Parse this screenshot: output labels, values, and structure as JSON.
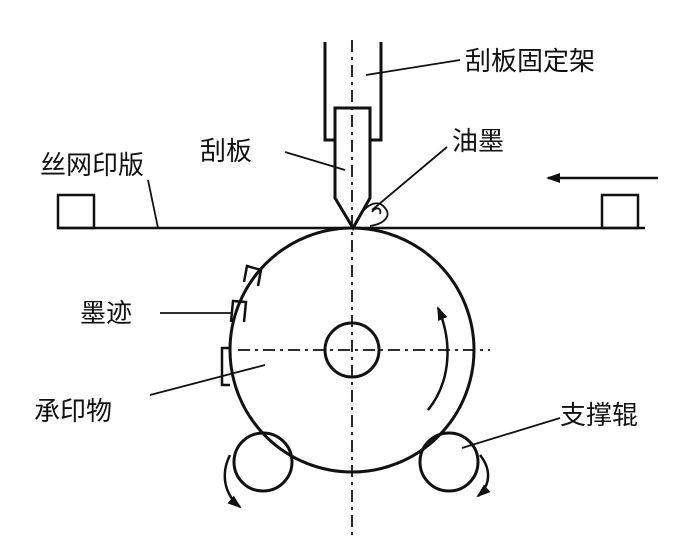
{
  "labels": {
    "squeegee_holder": "刮板固定架",
    "squeegee": "刮板",
    "ink": "油墨",
    "screen_plate": "丝网印版",
    "ink_trace": "墨迹",
    "substrate": "承印物",
    "support_roller": "支撑辊"
  },
  "colors": {
    "stroke": "#111111",
    "background": "#ffffff"
  }
}
